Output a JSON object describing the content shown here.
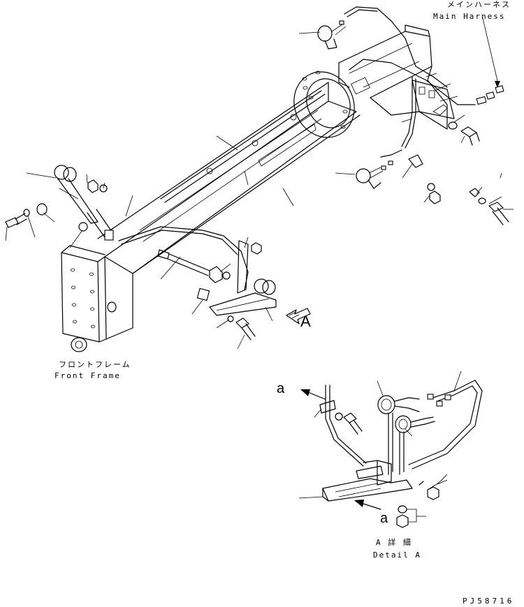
{
  "labels": {
    "main_harness_ja": "メインハーネス",
    "main_harness_en": "Main Harness",
    "front_frame_ja": "フロントフレーム",
    "front_frame_en": "Front Frame",
    "view_letter": "A",
    "ref_a_upper": "a",
    "ref_a_lower": "a",
    "detail_ja": "A 詳 細",
    "detail_en": "Detail A",
    "drawing_code": "PJ58716"
  }
}
